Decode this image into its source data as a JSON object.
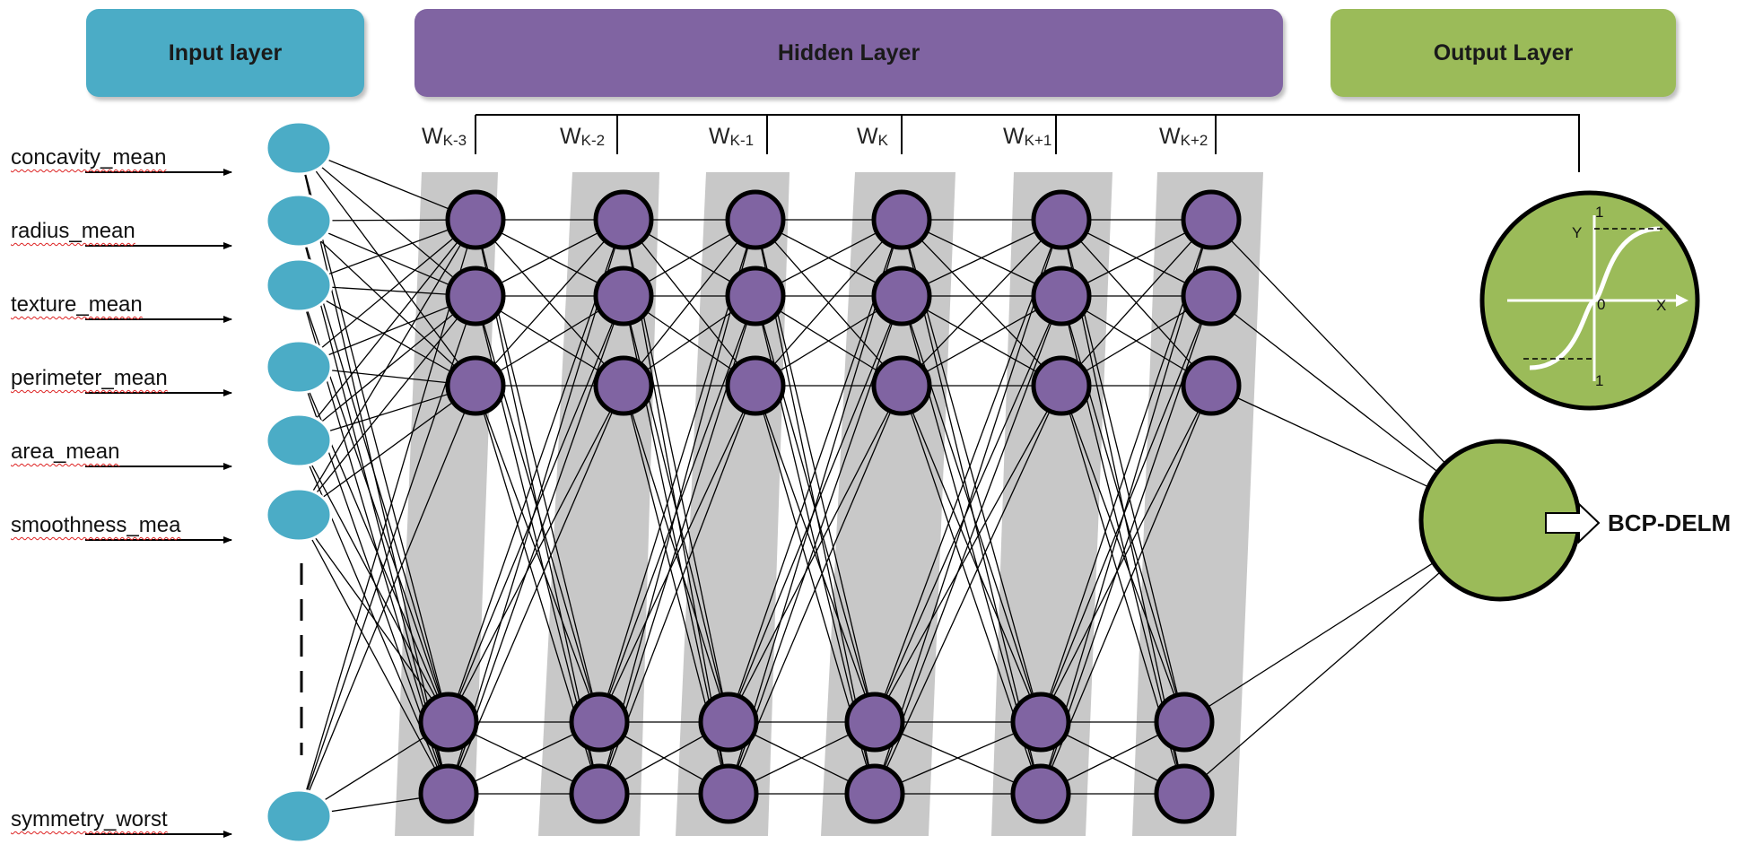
{
  "headers": {
    "input": "Input layer",
    "hidden": "Hidden Layer",
    "output": "Output Layer"
  },
  "features": [
    "concavity_mean",
    "radius_mean",
    "texture_mean",
    "perimeter_mean",
    "area_mean",
    "smoothness_mea",
    "symmetry_worst"
  ],
  "weights": [
    {
      "base": "W",
      "sub": "K-3"
    },
    {
      "base": "W",
      "sub": "K-2"
    },
    {
      "base": "W",
      "sub": "K-1"
    },
    {
      "base": "W",
      "sub": "K"
    },
    {
      "base": "W",
      "sub": "K+1"
    },
    {
      "base": "W",
      "sub": "K+2"
    }
  ],
  "activation": {
    "y_label": "Y",
    "x_label": "X",
    "origin": "0",
    "top_value": "1",
    "bottom_value": "1"
  },
  "output_label": "BCP-DELM",
  "colors": {
    "input_node": "#4bacc6",
    "hidden_node": "#8064a2",
    "output_node": "#9bbb59",
    "column_band": "#c8c8c8",
    "input_header": "#4bacc6",
    "hidden_header": "#8064a2",
    "output_header": "#9bbb59"
  }
}
